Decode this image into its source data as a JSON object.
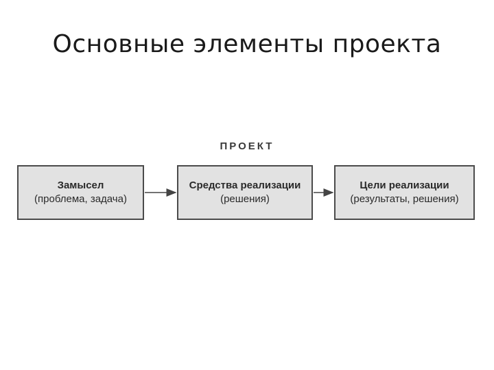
{
  "slide": {
    "title": "Основные элементы проекта"
  },
  "diagram": {
    "heading": "ПРОЕКТ",
    "nodes": [
      {
        "label": "Замысел",
        "sub": "(проблема, задача)"
      },
      {
        "label": "Средства реализации",
        "sub": "(решения)"
      },
      {
        "label": "Цели реализации",
        "sub": "(результаты, решения)"
      }
    ],
    "edges": [
      {
        "from": 0,
        "to": 1
      },
      {
        "from": 1,
        "to": 2
      }
    ],
    "colors": {
      "box_fill": "#e2e2e2",
      "box_border": "#4a4a4a",
      "arrow": "#444444"
    }
  }
}
